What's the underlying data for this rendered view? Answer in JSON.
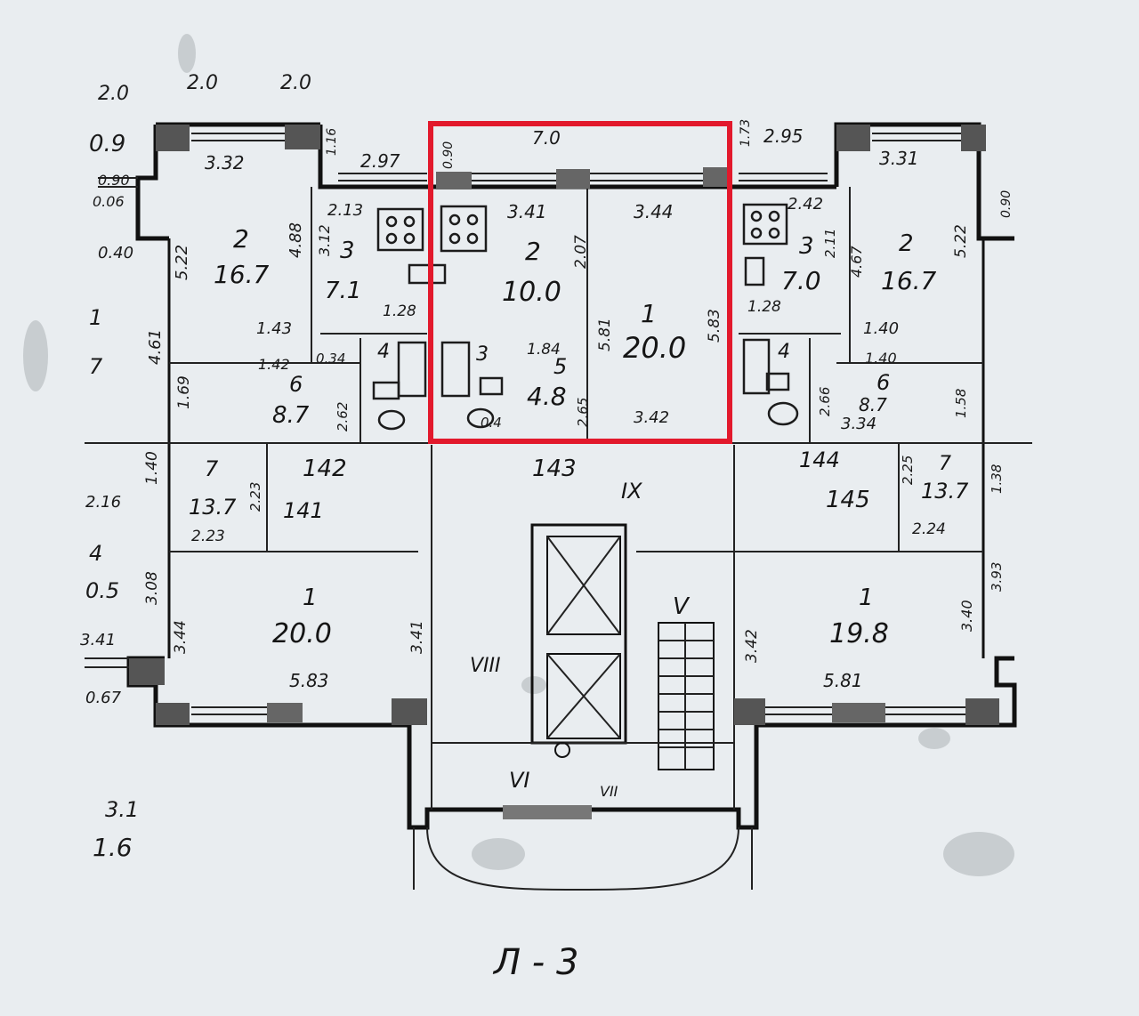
{
  "colors": {
    "paper": "#e9edf0",
    "ink": "#111111",
    "highlight": "#e2192c"
  },
  "sheet_label": "Л - 3",
  "top_dims": [
    "2.0",
    "2.0"
  ],
  "left_edge": {
    "t1": "2.0",
    "t2": "0.9",
    "t3": "0.90",
    "t4": "0.06",
    "t5": "0.40",
    "t6": "1",
    "t7": "7",
    "t8": "4",
    "t9": "0.5",
    "t10": "3.41",
    "t11": "0.67",
    "t12": "3.1",
    "t13": "1.6"
  },
  "left_unit": {
    "d_332": "3.32",
    "d_016": "1.16",
    "d_297": "2.97",
    "d_213": "2.13",
    "d_522": "5.22",
    "d_488": "4.88",
    "d_312": "3.12",
    "room2_num": "2",
    "room2_area": "16.7",
    "room3_num": "3",
    "room3_area": "7.1",
    "d_128": "1.28",
    "d_143": "1.43",
    "d_142": "1.42",
    "d_461": "4.61",
    "d_034": "0.34",
    "room4_num": "4",
    "room6_num": "6",
    "room6_area": "8.7",
    "d_169": "1.69",
    "d_262": "2.62",
    "d_140": "1.40",
    "room7_num": "7",
    "room7_area": "13.7",
    "d_223": "2.23",
    "d_223b": "2.23",
    "d_216": "2.16",
    "d_308": "3.08",
    "d_344": "3.44",
    "room1_num": "1",
    "room1_area": "20.0",
    "d_583": "5.83"
  },
  "center_unit": {
    "d_70": "7.0",
    "d_090": "0.90",
    "d_341": "3.41",
    "d_344": "3.44",
    "room2_num": "2",
    "room2_area": "10.0",
    "d_207": "2.07",
    "room1_num": "1",
    "room1_area": "20.0",
    "d_581": "5.81",
    "d_583": "5.83",
    "room3_num": "3",
    "d_184": "1.84",
    "room5_num": "5",
    "room5_area": "4.8",
    "d_265": "2.65",
    "d_04": "0.4",
    "d_342": "3.42"
  },
  "corridor": {
    "l142": "142",
    "l143": "143",
    "l141": "141",
    "l144": "144",
    "l145": "145",
    "lIX": "IX",
    "lV": "V",
    "lVIII": "VIII",
    "lVI": "VI",
    "lVII": "VII",
    "d_341": "3.41",
    "d_342": "3.42"
  },
  "right_unit": {
    "d_173": "1.73",
    "d_295": "2.95",
    "d_331": "3.31",
    "d_242": "2.42",
    "d_211": "2.11",
    "d_467": "4.67",
    "room3_num": "3",
    "room3_area": "7.0",
    "room2_num": "2",
    "room2_area": "16.7",
    "d_522": "5.22",
    "d_090": "0.90",
    "d_128": "1.28",
    "d_140": "1.40",
    "d_140b": "1.40",
    "room4_num": "4",
    "d_266": "2.66",
    "room6_num": "6",
    "room6_area": "8.7",
    "d_334": "3.34",
    "d_158": "1.58",
    "room7_num": "7",
    "room7_area": "13.7",
    "d_225": "2.25",
    "d_224": "2.24",
    "d_138": "1.38",
    "d_393": "3.93",
    "room1_num": "1",
    "room1_area": "19.8",
    "d_340": "3.40",
    "d_581": "5.81"
  }
}
